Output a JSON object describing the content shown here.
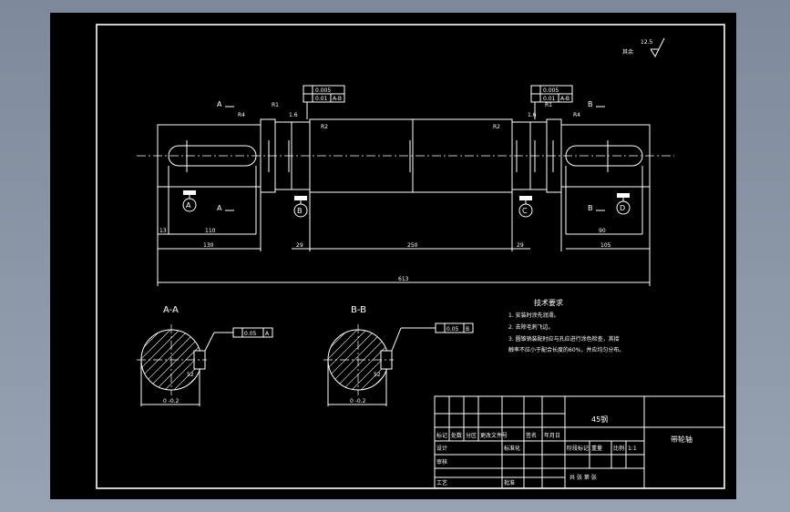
{
  "drawing": {
    "roughness_note": "其余",
    "roughness_value": "12.5",
    "section_labels": {
      "a_top": "A",
      "a_bottom": "A",
      "b_top": "B",
      "b_bottom": "B"
    },
    "datum_circles": [
      "A",
      "B",
      "C",
      "D"
    ],
    "fillet_labels": [
      "R4",
      "R1",
      "R2",
      "R2",
      "R1",
      "R4"
    ],
    "tolerance_frames": {
      "left": {
        "row1": "0.005",
        "row2": "0.01",
        "row2_ref": "A-B"
      },
      "right": {
        "row1": "0.005",
        "row2": "0.01",
        "row2_ref": "A-B"
      }
    },
    "chamfer_labels": [
      "1.6",
      "1.6"
    ],
    "dims": {
      "d_13": "13",
      "d_110": "110",
      "d_130": "130",
      "d_29a": "29",
      "d_250": "250",
      "d_29b": "29",
      "d_90": "90",
      "d_105": "105",
      "total": "613"
    },
    "section_a_title": "A-A",
    "section_b_title": "B-B",
    "section_a_tol": {
      "sym": "0.05",
      "ref": "A"
    },
    "section_b_tol": {
      "sym": "0.05",
      "ref": "B"
    },
    "section_dims": {
      "a_key": "52",
      "b_key": "52",
      "a_depth": "0\n-0.2",
      "b_depth": "0\n-0.2"
    }
  },
  "requirements": {
    "title": "技术要求",
    "items": [
      "1. 安装时涂先润滑。",
      "2. 去除毛刺飞边。",
      "3. 圆锥销装配时应与孔应进行涂色检查，其接",
      "触率不应小于配合长度的60%，并应均匀分布。"
    ]
  },
  "title_block": {
    "material": "45钢",
    "part_name": "带轮轴",
    "row_labels": [
      "标记",
      "处数",
      "分区",
      "更改文件号",
      "签名",
      "年月日"
    ],
    "left_labels": [
      "设计",
      "审核",
      "工艺"
    ],
    "mid_labels": [
      "标准化",
      "批准"
    ],
    "stage_labels": [
      "阶段标记",
      "重量",
      "比例"
    ],
    "scale": "1:1",
    "sheet": "共 张 第 张"
  }
}
